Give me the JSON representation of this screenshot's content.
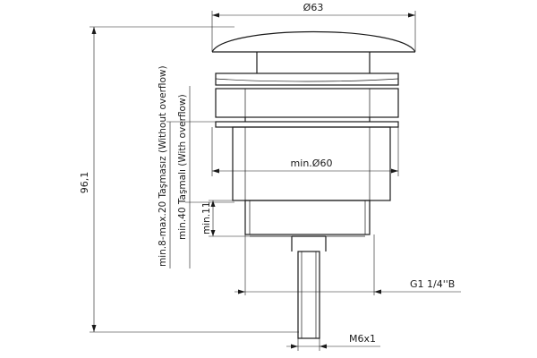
{
  "dimensions": {
    "cap_diameter": "Ø63",
    "body_diameter": "min.Ø60",
    "overall_height": "96,1",
    "thread_length": "min.11",
    "thread_size": "G1 1/4''B",
    "screw_size": "M6x1"
  },
  "notes": {
    "without_overflow": "min.8-max.20  Taşmasız  (Without overflow)",
    "with_overflow": "min.40  Taşmalı  (With overflow)"
  }
}
